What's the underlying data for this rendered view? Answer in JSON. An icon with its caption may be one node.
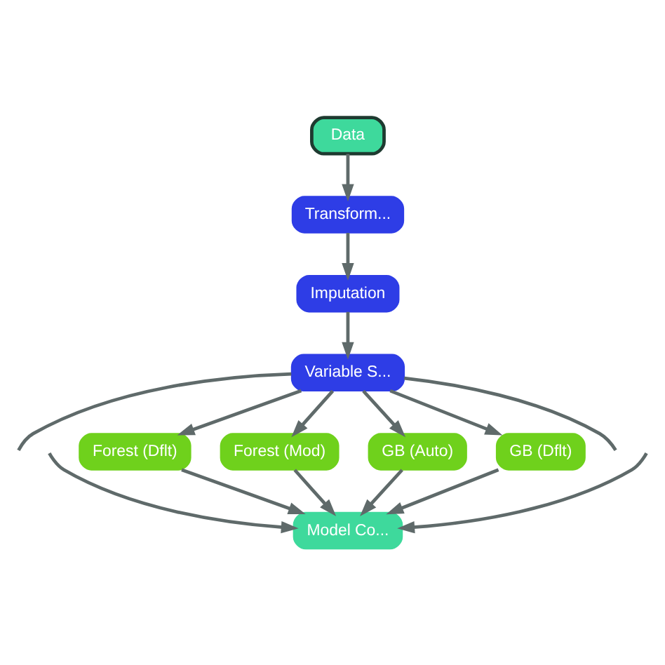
{
  "diagram": {
    "nodes": [
      {
        "text": [
          "Data"
        ]
      },
      {
        "text": [
          "Transform..."
        ]
      },
      {
        "text": [
          "Imputation"
        ]
      },
      {
        "text": [
          "Variable S..."
        ]
      },
      {
        "text": [
          "Forest (Dflt)"
        ]
      },
      {
        "text": [
          "Forest (Mod)"
        ]
      },
      {
        "text": [
          "GB (Auto)"
        ]
      },
      {
        "text": [
          "GB (Dflt)"
        ]
      },
      {
        "text": [
          "Model Co..."
        ]
      }
    ],
    "edges": [
      {
        "from": 0,
        "to": 1,
        "arrow": "to"
      },
      {
        "from": 1,
        "to": 2,
        "arrow": "to"
      },
      {
        "from": 2,
        "to": 3,
        "arrow": "to"
      },
      {
        "from": 3,
        "to": null,
        "arrow": "none"
      },
      {
        "from": 3,
        "to": 4,
        "arrow": "to"
      },
      {
        "from": 3,
        "to": 5,
        "arrow": "to"
      },
      {
        "from": 3,
        "to": 6,
        "arrow": "to"
      },
      {
        "from": 3,
        "to": 7,
        "arrow": "to"
      },
      {
        "from": 3,
        "to": null,
        "arrow": "none"
      },
      {
        "from": null,
        "to": 8,
        "arrow": "to"
      },
      {
        "from": 4,
        "to": 8,
        "arrow": "to"
      },
      {
        "from": 5,
        "to": 8,
        "arrow": "to"
      },
      {
        "from": 6,
        "to": 8,
        "arrow": "to"
      },
      {
        "from": 7,
        "to": 8,
        "arrow": "to"
      },
      {
        "from": null,
        "to": 8,
        "arrow": "to"
      }
    ]
  }
}
